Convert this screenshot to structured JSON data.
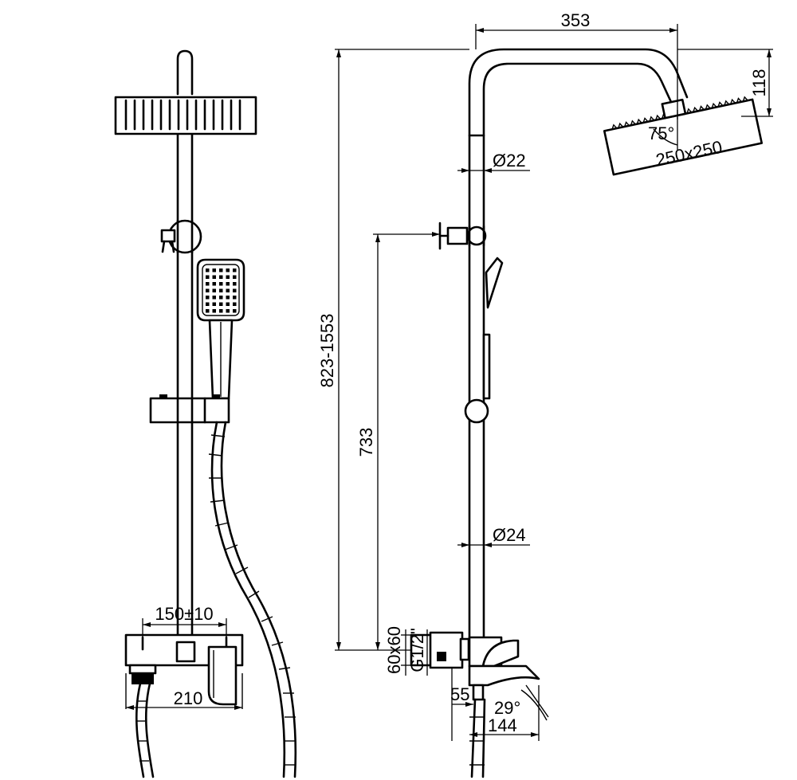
{
  "dimensions": {
    "overall_reach": "353",
    "head_drop": "118",
    "head_angle": "75°",
    "head_size": "250x250",
    "upper_pipe_diameter": "Ø22",
    "height_range": "823-1553",
    "diverter_height": "733",
    "lower_pipe_diameter": "Ø24",
    "connection_spacing": "150±10",
    "mixer_width": "210",
    "escutcheon_size": "60x60",
    "thread_size": "G1/2\"",
    "outlet_offset": "55",
    "spout_angle": "29°",
    "spout_length": "144"
  }
}
